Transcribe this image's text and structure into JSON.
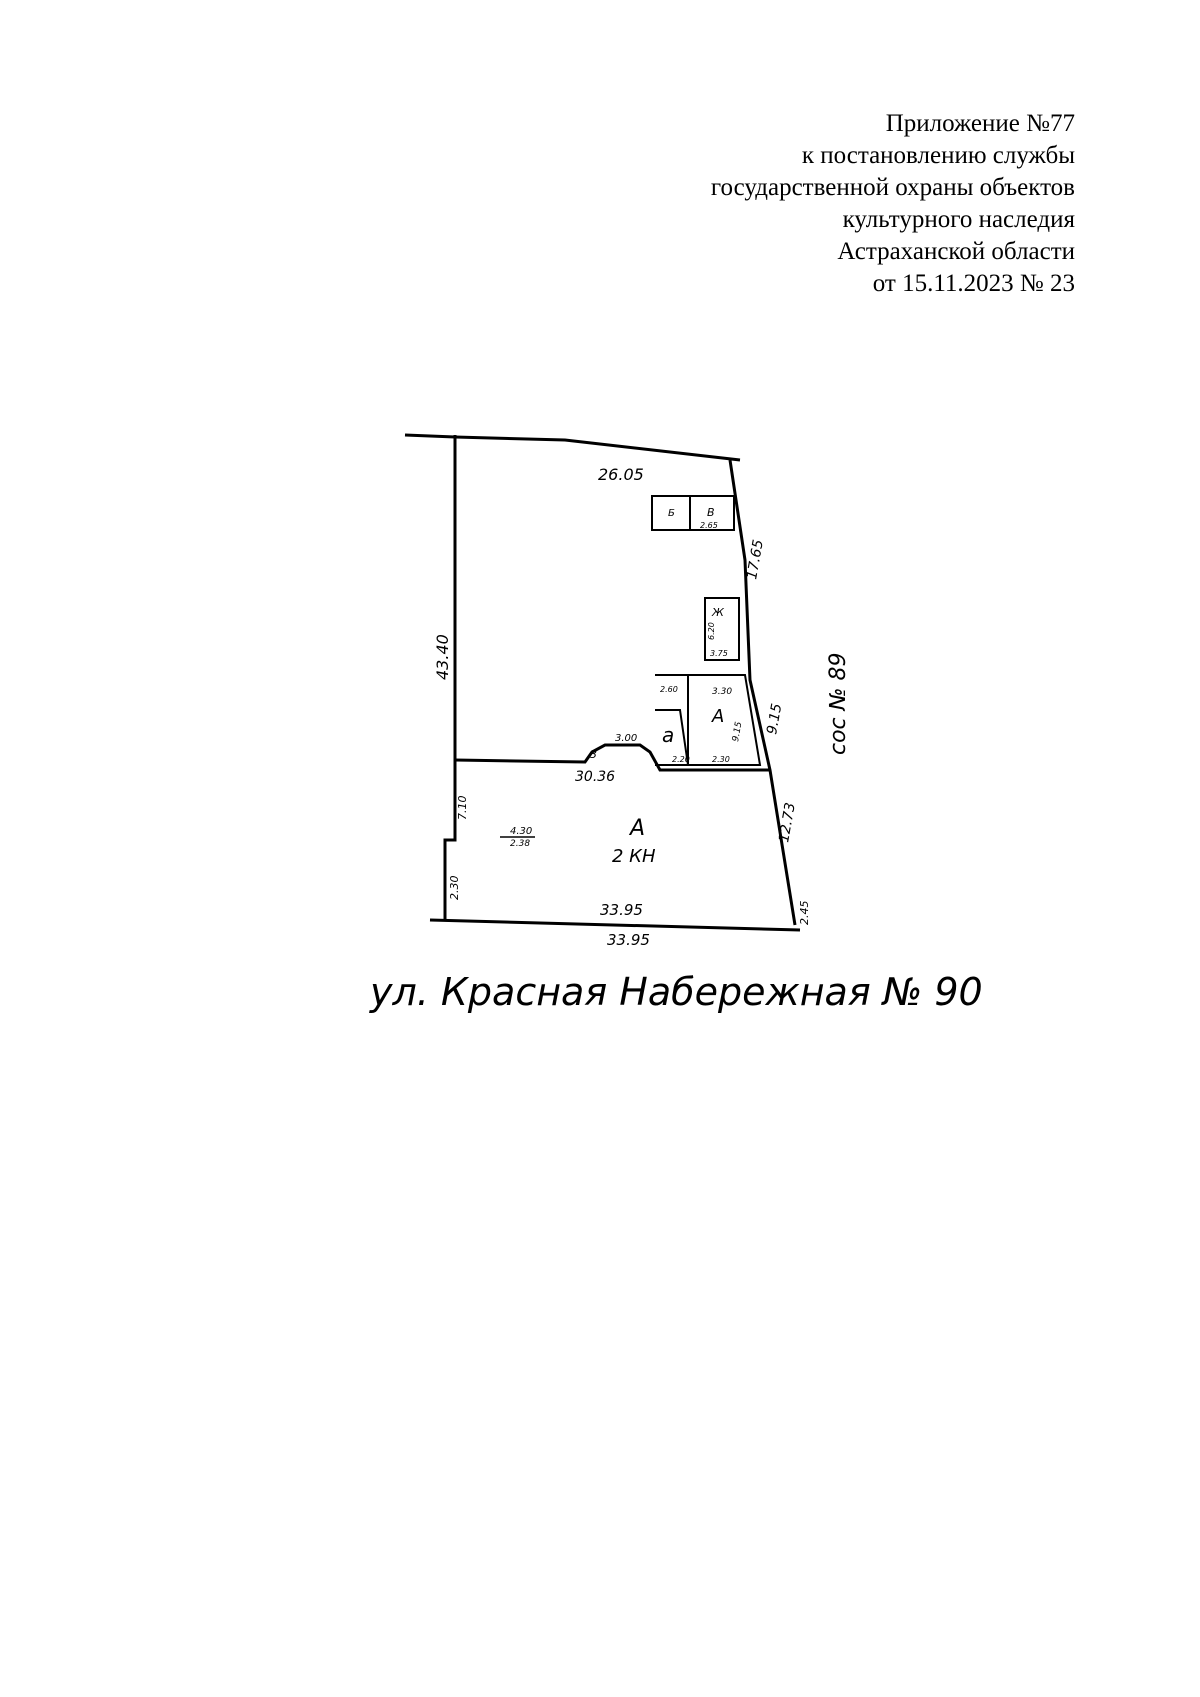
{
  "header": {
    "line1": "Приложение №77",
    "line2": "к постановлению службы",
    "line3": "государственной охраны объектов",
    "line4": "культурного наследия",
    "line5": "Астраханской области",
    "line6": "от 15.11.2023 № 23"
  },
  "plan": {
    "dimensions": {
      "top": "26.05",
      "left": "43.40",
      "right_upper": "17.65",
      "right_middle": "9.15",
      "right_lower": "12.73",
      "right_bottom": "2.45",
      "middle_boundary": "30.36",
      "bottom_inner": "33.95",
      "bottom_outer": "33.95",
      "left_lower_upper": "7.10",
      "left_lower_bottom": "2.30",
      "arch": "3.00",
      "arch_side": "3"
    },
    "labels": {
      "neighbor": "сос № 89",
      "main_building_letter": "А",
      "main_building_floors": "2 КН",
      "annex_letter": "А",
      "small_a": "а",
      "shed_zh": "Ж",
      "shed_b": "Б",
      "shed_v": "В",
      "small_figure": "4.30",
      "small_figure2": "2.38"
    },
    "small_dims": {
      "d1": "3.30",
      "d2": "2.60",
      "d3": "2.20",
      "d4": "2.30",
      "d5": "2.65",
      "d6": "3.75",
      "d7": "6.20",
      "d8": "9.15"
    },
    "street_caption": "ул. Красная Набережная № 90"
  }
}
